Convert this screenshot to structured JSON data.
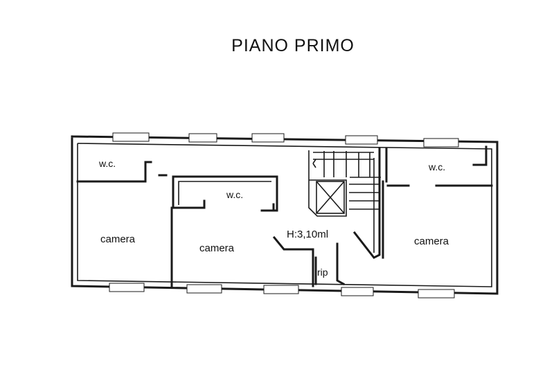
{
  "title": "PIANO PRIMO",
  "rooms": [
    {
      "id": "wc-left",
      "label": "w.c."
    },
    {
      "id": "wc-center",
      "label": "w.c."
    },
    {
      "id": "wc-right",
      "label": "w.c."
    },
    {
      "id": "camera-left",
      "label": "camera"
    },
    {
      "id": "camera-center",
      "label": "camera"
    },
    {
      "id": "camera-right",
      "label": "camera"
    },
    {
      "id": "rip",
      "label": "rip"
    }
  ],
  "height_note": "H:3,10ml"
}
